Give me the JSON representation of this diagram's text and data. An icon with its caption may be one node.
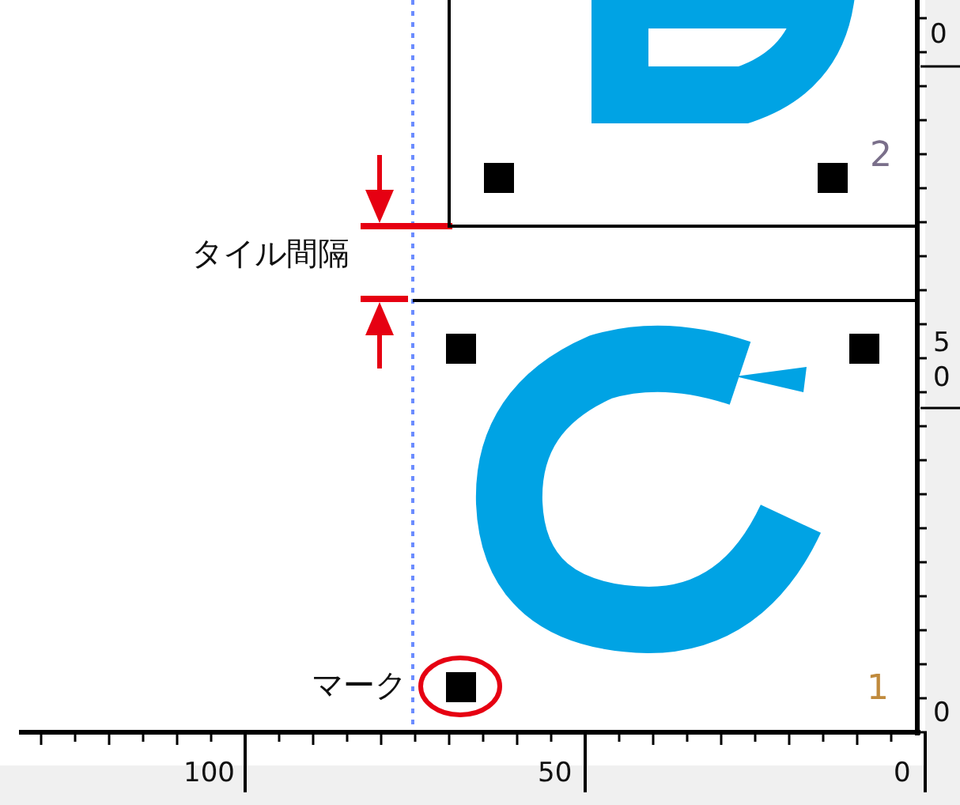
{
  "diagram": {
    "nodes": [
      {
        "text": [
          "2"
        ]
      },
      {
        "text": [
          "1"
        ]
      }
    ],
    "labels": [
      "0",
      "タイル間隔",
      "5",
      "0",
      "マーク",
      "0",
      "100",
      "50",
      "0"
    ]
  }
}
